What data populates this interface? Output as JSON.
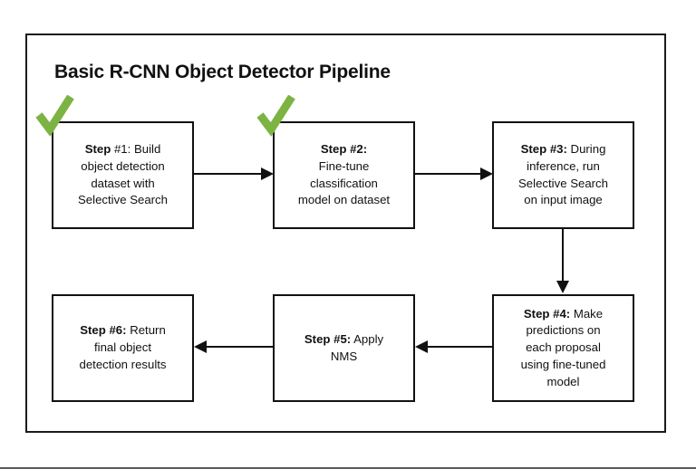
{
  "diagram": {
    "title": "Basic R-CNN Object Detector Pipeline",
    "accent_color": "#7cb342",
    "line_color": "#111111",
    "background_color": "#ffffff",
    "steps": [
      {
        "id": "step-1",
        "label_bold": "Step",
        "label_rest": "#1:",
        "body": "Build object detection dataset with Selective Search",
        "checked": true
      },
      {
        "id": "step-2",
        "label_bold": "Step #2:",
        "label_rest": "",
        "body": "Fine-tune classification model on dataset",
        "checked": true
      },
      {
        "id": "step-3",
        "label_bold": "Step #3:",
        "label_rest": "",
        "body": "During inference, run Selective Search on input image",
        "checked": false
      },
      {
        "id": "step-4",
        "label_bold": "Step #4:",
        "label_rest": "",
        "body": "Make predictions on each proposal using fine-tuned model",
        "checked": false
      },
      {
        "id": "step-5",
        "label_bold": "Step #5:",
        "label_rest": "",
        "body": "Apply NMS",
        "checked": false
      },
      {
        "id": "step-6",
        "label_bold": "Step #6:",
        "label_rest": "",
        "body": "Return final object detection results",
        "checked": false
      }
    ],
    "connections": [
      {
        "from": "step-1",
        "to": "step-2",
        "direction": "right"
      },
      {
        "from": "step-2",
        "to": "step-3",
        "direction": "right"
      },
      {
        "from": "step-3",
        "to": "step-4",
        "direction": "down"
      },
      {
        "from": "step-4",
        "to": "step-5",
        "direction": "left"
      },
      {
        "from": "step-5",
        "to": "step-6",
        "direction": "left"
      }
    ],
    "checkmark_icon": "check-icon"
  },
  "box_text": {
    "b1_l1": "Step #1: Build",
    "b1_l2": "object detection",
    "b1_l3": "dataset with",
    "b1_l4": "Selective Search",
    "b2_l1": "Step #2:",
    "b2_l2": "Fine-tune",
    "b2_l3": "classification",
    "b2_l4": "model on dataset",
    "b3_l1": "Step #3: During",
    "b3_l2": "inference, run",
    "b3_l3": "Selective Search",
    "b3_l4": "on input image",
    "b4_l1": "Step #4: Make",
    "b4_l2": "predictions on",
    "b4_l3": "each proposal",
    "b4_l4": "using fine-tuned",
    "b4_l5": "model",
    "b5_l1": "Step #5: Apply",
    "b5_l2": "NMS",
    "b6_l1": "Step #6: Return",
    "b6_l2": "final object",
    "b6_l3": "detection results"
  },
  "labels": {
    "step1_bold": "Step",
    "step1_plain": " #1: ",
    "step1_tail": "Build",
    "step2_bold": "Step #2:",
    "step3_bold": "Step #3:",
    "step3_tail": " During",
    "step4_bold": "Step #4:",
    "step4_tail": " Make",
    "step5_bold": "Step #5:",
    "step5_tail": " Apply",
    "step6_bold": "Step #6:",
    "step6_tail": " Return"
  }
}
